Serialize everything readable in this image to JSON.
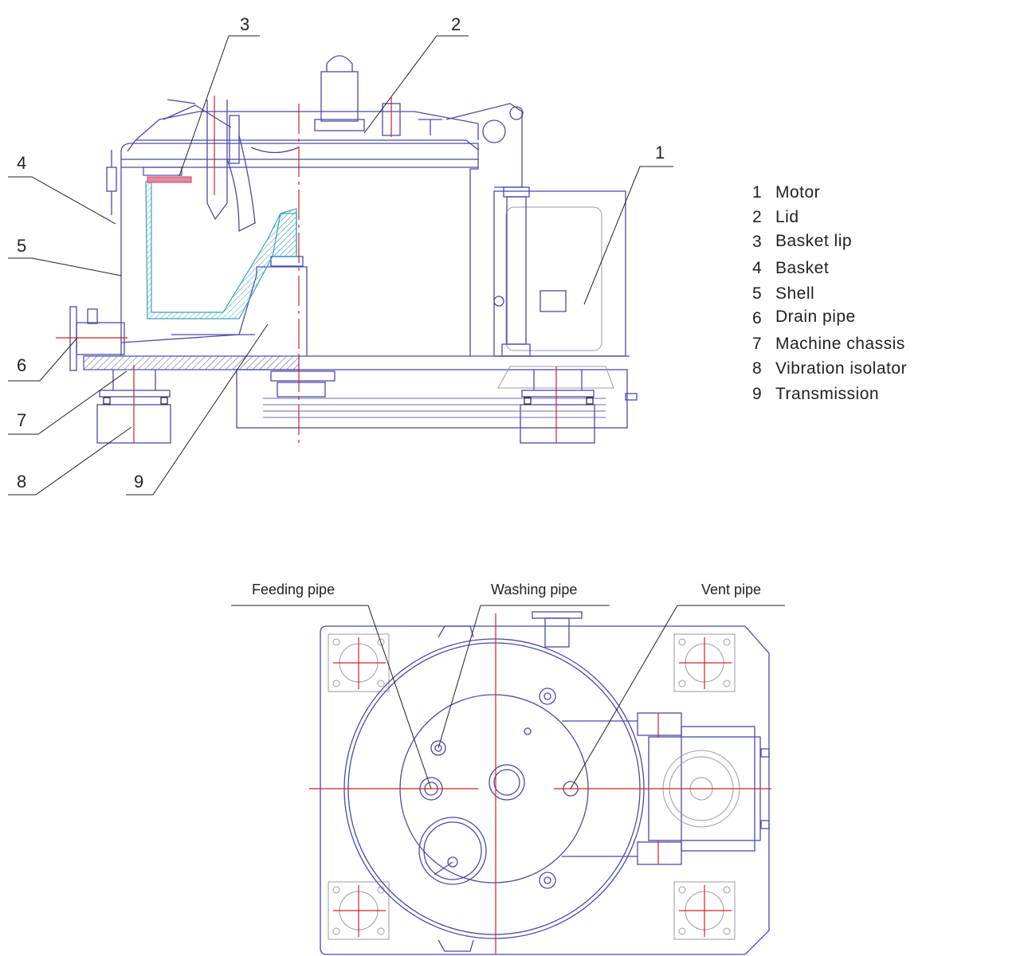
{
  "side_view": {
    "callouts": [
      "1",
      "2",
      "3",
      "4",
      "5",
      "6",
      "7",
      "8",
      "9"
    ]
  },
  "legend": [
    {
      "num": "1",
      "label": "Motor"
    },
    {
      "num": "2",
      "label": "Lid"
    },
    {
      "num": "3",
      "label": "Basket lip"
    },
    {
      "num": "4",
      "label": "Basket"
    },
    {
      "num": "5",
      "label": "Shell"
    },
    {
      "num": "6",
      "label": "Drain pipe"
    },
    {
      "num": "7",
      "label": "Machine chassis"
    },
    {
      "num": "8",
      "label": "Vibration isolator"
    },
    {
      "num": "9",
      "label": "Transmission"
    }
  ],
  "top_view": {
    "labels": {
      "feeding": "Feeding pipe",
      "washing": "Washing pipe",
      "vent": "Vent pipe"
    }
  },
  "colors": {
    "outline": "#4a4aa8",
    "centerline": "#d42020",
    "basket_fill": "#5fb4c8",
    "lip_fill": "#d04060"
  }
}
